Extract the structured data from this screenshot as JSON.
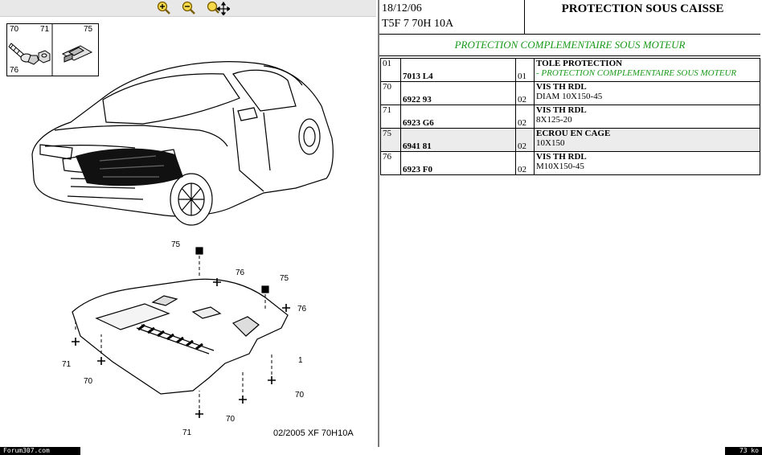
{
  "toolbar": {
    "zoom_in_icon": "zoom-in-icon",
    "zoom_out_icon": "zoom-out-icon",
    "zoom_move_icon": "zoom-move-icon"
  },
  "header": {
    "date": "18/12/06",
    "reference": "T5F 7 70H 10A",
    "title": "PROTECTION SOUS CAISSE"
  },
  "section": {
    "title": "PROTECTION COMPLEMENTAIRE SOUS MOTEUR"
  },
  "parts": [
    {
      "num": "01",
      "ref": "7013 L4",
      "qty": "01",
      "name": "TOLE PROTECTION",
      "detail": "- PROTECTION COMPLEMENTAIRE SOUS MOTEUR",
      "detail_green": true
    },
    {
      "num": "70",
      "ref": "6922 93",
      "qty": "02",
      "name": "VIS TH RDL",
      "detail": "DIAM 10X150-45"
    },
    {
      "num": "71",
      "ref": "6923 G6",
      "qty": "02",
      "name": "VIS TH RDL",
      "detail": "8X125-20"
    },
    {
      "num": "75",
      "ref": "6941 81",
      "qty": "02",
      "name": "ECROU EN CAGE",
      "detail": "10X150"
    },
    {
      "num": "76",
      "ref": "6923 F0",
      "qty": "02",
      "name": "VIS TH RDL",
      "detail": "M10X150-45"
    }
  ],
  "diagram": {
    "legend": {
      "l70": "70",
      "l71": "71",
      "l75": "75",
      "l76": "76"
    },
    "callouts": [
      "75",
      "76",
      "75",
      "76",
      "1",
      "71",
      "70",
      "70",
      "70",
      "71"
    ],
    "caption": "02/2005  XF 70H10A"
  },
  "footer": {
    "left": "Forum307.com",
    "right": "73 ko"
  }
}
